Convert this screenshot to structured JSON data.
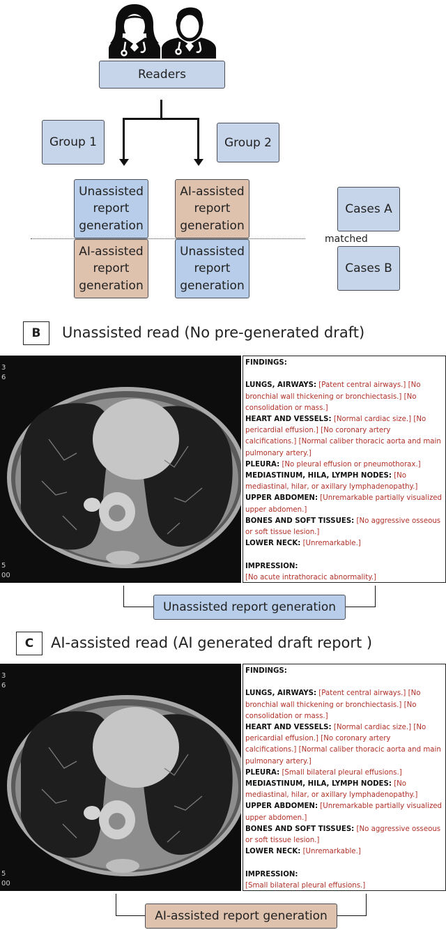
{
  "panel_a": {
    "readers": "Readers",
    "group1": "Group 1",
    "group2": "Group 2",
    "g1_top": [
      "Unassisted",
      "report",
      "generation"
    ],
    "g1_bottom": [
      "AI-assisted",
      "report",
      "generation"
    ],
    "g2_top": [
      "AI-assisted",
      "report",
      "generation"
    ],
    "g2_bottom": [
      "Unassisted",
      "report",
      "generation"
    ],
    "cases_a": "Cases A",
    "cases_b": "Cases B",
    "matched": "matched"
  },
  "panel_b": {
    "letter": "B",
    "title": "Unassisted read (No pre-generated draft)",
    "bottom_label": "Unassisted report generation"
  },
  "panel_c": {
    "letter": "C",
    "title": "AI-assisted read (AI generated draft report )",
    "bottom_label": "AI-assisted report generation"
  },
  "ct_labels": {
    "top_left_1": "3",
    "top_left_2": "6",
    "bottom_left_1": "5",
    "bottom_left_2": "00"
  },
  "report_b": {
    "findings": "FINDINGS:",
    "lungs_h": "LUNGS, AIRWAYS:",
    "lungs_1": "[Patent central airways.]",
    "lungs_2": "[No bronchial wall thickening or bronchiectasis.]",
    "lungs_3": "[No consolidation or mass.]",
    "heart_h": "HEART AND VESSELS:",
    "heart_1": "[Normal cardiac size.]",
    "heart_2": "[No pericardial effusion.]",
    "heart_3": "[No coronary artery calcifications.]",
    "heart_4": "[Normal caliber thoracic aorta and main pulmonary artery.]",
    "pleura_h": "PLEURA:",
    "pleura_1": "[No pleural effusion or pneumothorax.]",
    "med_h": "MEDIASTINUM, HILA, LYMPH NODES:",
    "med_1": "[No mediastinal, hilar, or axillary lymphadenopathy.]",
    "abd_h": "UPPER ABDOMEN:",
    "abd_1": "[Unremarkable partially visualized upper abdomen.]",
    "bones_h": "BONES AND SOFT TISSUES:",
    "bones_1": "[No aggressive osseous or soft tissue lesion.]",
    "neck_h": "LOWER NECK:",
    "neck_1": "[Unremarkable.]",
    "impression_h": "IMPRESSION:",
    "impression_1": "[No acute intrathoracic abnormality.]"
  },
  "report_c": {
    "findings": "FINDINGS:",
    "lungs_h": "LUNGS, AIRWAYS:",
    "lungs_1": "[Patent central airways.]",
    "lungs_2": "[No bronchial wall thickening or bronchiectasis.]",
    "lungs_3": "[No consolidation or mass.]",
    "heart_h": "HEART AND VESSELS:",
    "heart_1": "[Normal cardiac size.]",
    "heart_2": "[No pericardial effusion.]",
    "heart_3": "[No coronary artery calcifications.]",
    "heart_4": "[Normal caliber thoracic aorta and main pulmonary artery.]",
    "pleura_h": "PLEURA:",
    "pleura_1": "[Small bilateral pleural effusions.]",
    "med_h": "MEDIASTINUM, HILA, LYMPH NODES:",
    "med_1": "[No mediastinal, hilar, or axillary lymphadenopathy.]",
    "abd_h": "UPPER ABDOMEN:",
    "abd_1": "[Unremarkable partially visualized upper abdomen.]",
    "bones_h": "BONES AND SOFT TISSUES:",
    "bones_1": "[No aggressive osseous or soft tissue lesion.]",
    "neck_h": "LOWER NECK:",
    "neck_1": "[Unremarkable.]",
    "impression_h": "IMPRESSION:",
    "impression_1": "[Small bilateral pleural effusions.]"
  },
  "colors": {
    "blue": "#b7cde9",
    "tan": "#dfc2ae",
    "report_red": "#b03028"
  },
  "icons": [
    "female-doctor-icon",
    "male-doctor-icon"
  ]
}
